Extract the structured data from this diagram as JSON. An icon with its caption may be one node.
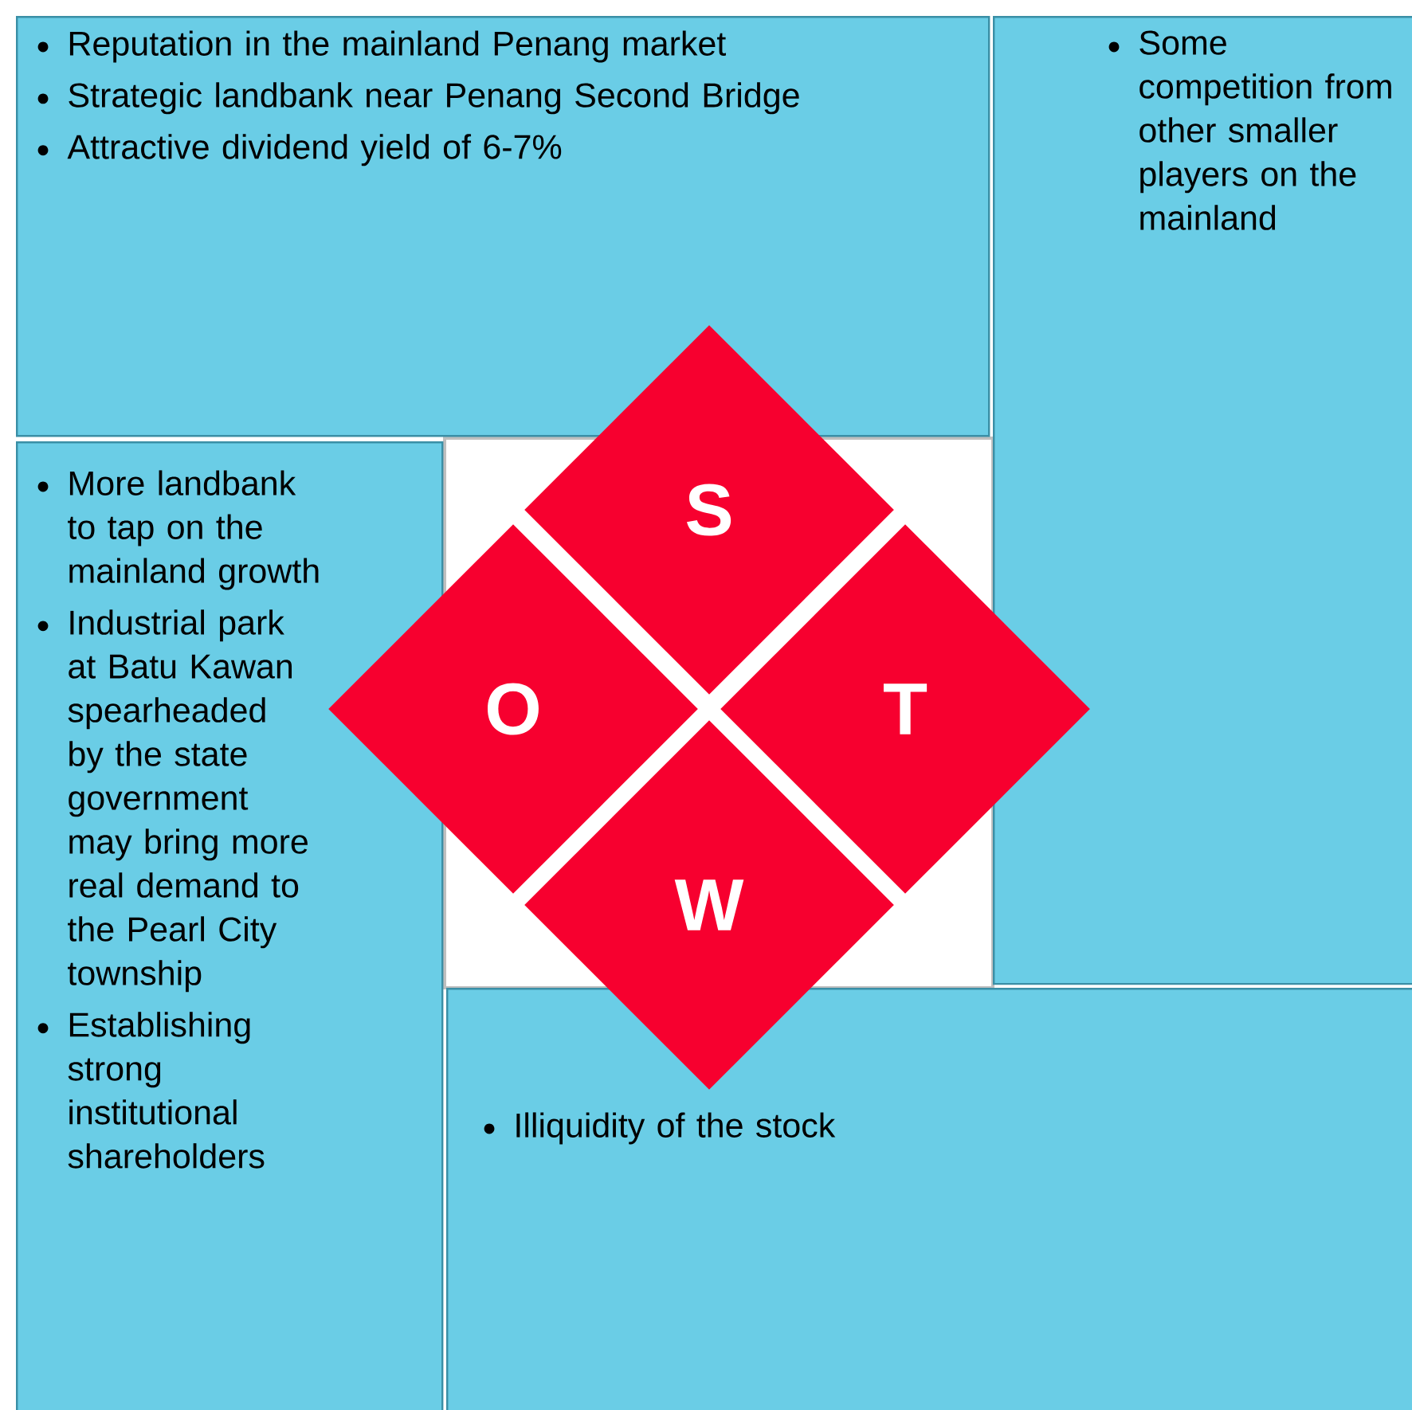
{
  "diagram": {
    "nodes": [
      {
        "text": [
          "Reputation in the mainland Penang market",
          "Strategic landbank near Penang Second Bridge",
          "Attractive dividend yield of 6-7%"
        ]
      },
      {
        "text": [
          "Some competition from other smaller players on the mainland"
        ]
      },
      {
        "text": [
          "More landbank to tap on the mainland growth",
          "Industrial park at Batu Kawan spearheaded by the state government may bring more real demand to the Pearl City township",
          "Establishing strong institutional shareholders"
        ]
      },
      {
        "text": [
          "Illiquidity of the stock"
        ]
      },
      {
        "text": [
          "S"
        ]
      },
      {
        "text": [
          "O"
        ]
      },
      {
        "text": [
          "T"
        ]
      },
      {
        "text": [
          "W"
        ]
      },
      {
        "text": [],
        "shape": "box"
      }
    ]
  }
}
